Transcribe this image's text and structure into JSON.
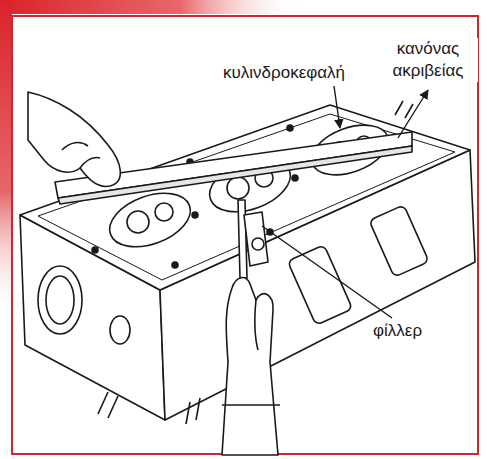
{
  "diagram": {
    "labels": [
      "κυλινδροκεφαλή",
      "κανόνας ακριβείας",
      "φίλλερ"
    ]
  }
}
